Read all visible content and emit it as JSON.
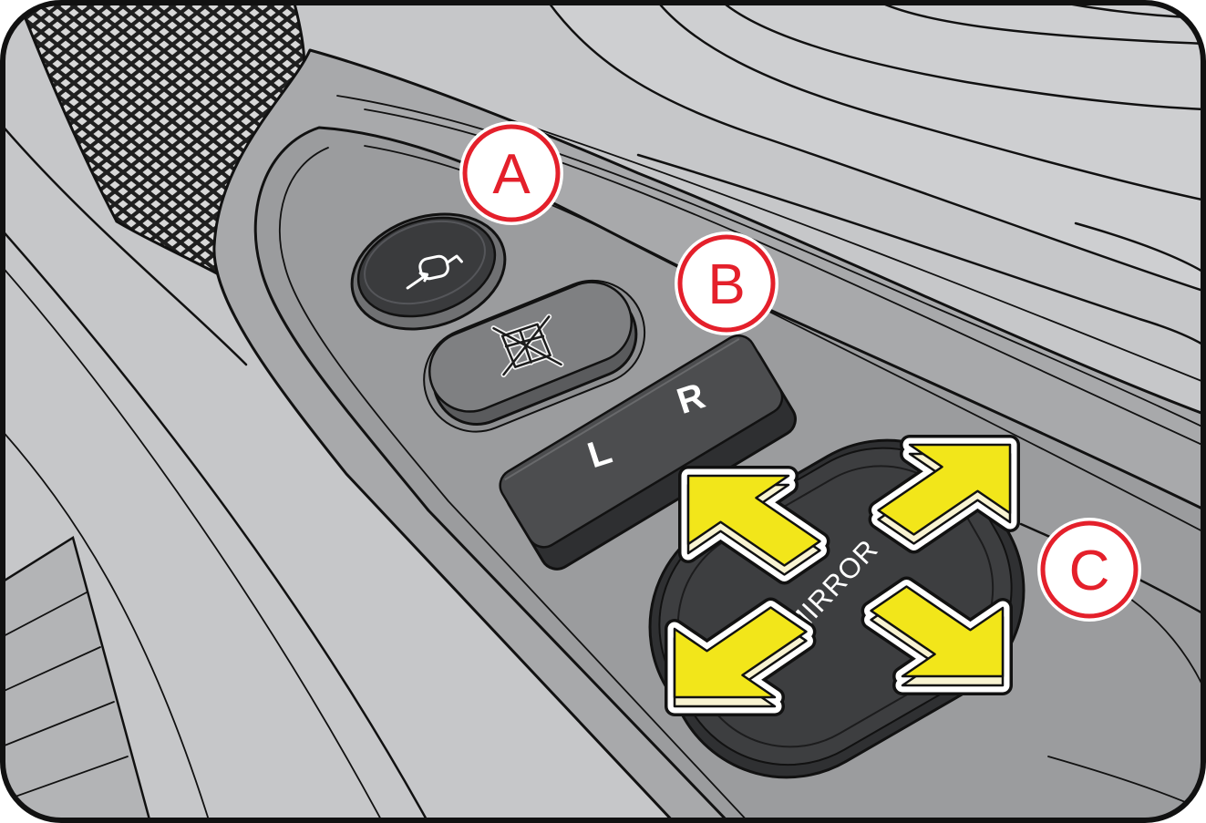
{
  "callouts": [
    {
      "label": "A"
    },
    {
      "label": "B"
    },
    {
      "label": "C"
    }
  ],
  "switches": {
    "mirror_fold": {
      "icon": "mirror-fold-icon"
    },
    "window_lock": {
      "icon": "window-lock-icon"
    },
    "mirror_select": {
      "left_label": "L",
      "right_label": "R"
    },
    "mirror_adjust": {
      "label": "MIRROR",
      "arrows": [
        "up-left-arrow-icon",
        "up-right-arrow-icon",
        "down-left-arrow-icon",
        "down-right-arrow-icon"
      ]
    }
  },
  "colors": {
    "callout": "#e4202b",
    "arrow": "#f2e61a",
    "switch": "#3d3e40",
    "panel": "#a8a9ab",
    "background": "#c6c7c9"
  }
}
